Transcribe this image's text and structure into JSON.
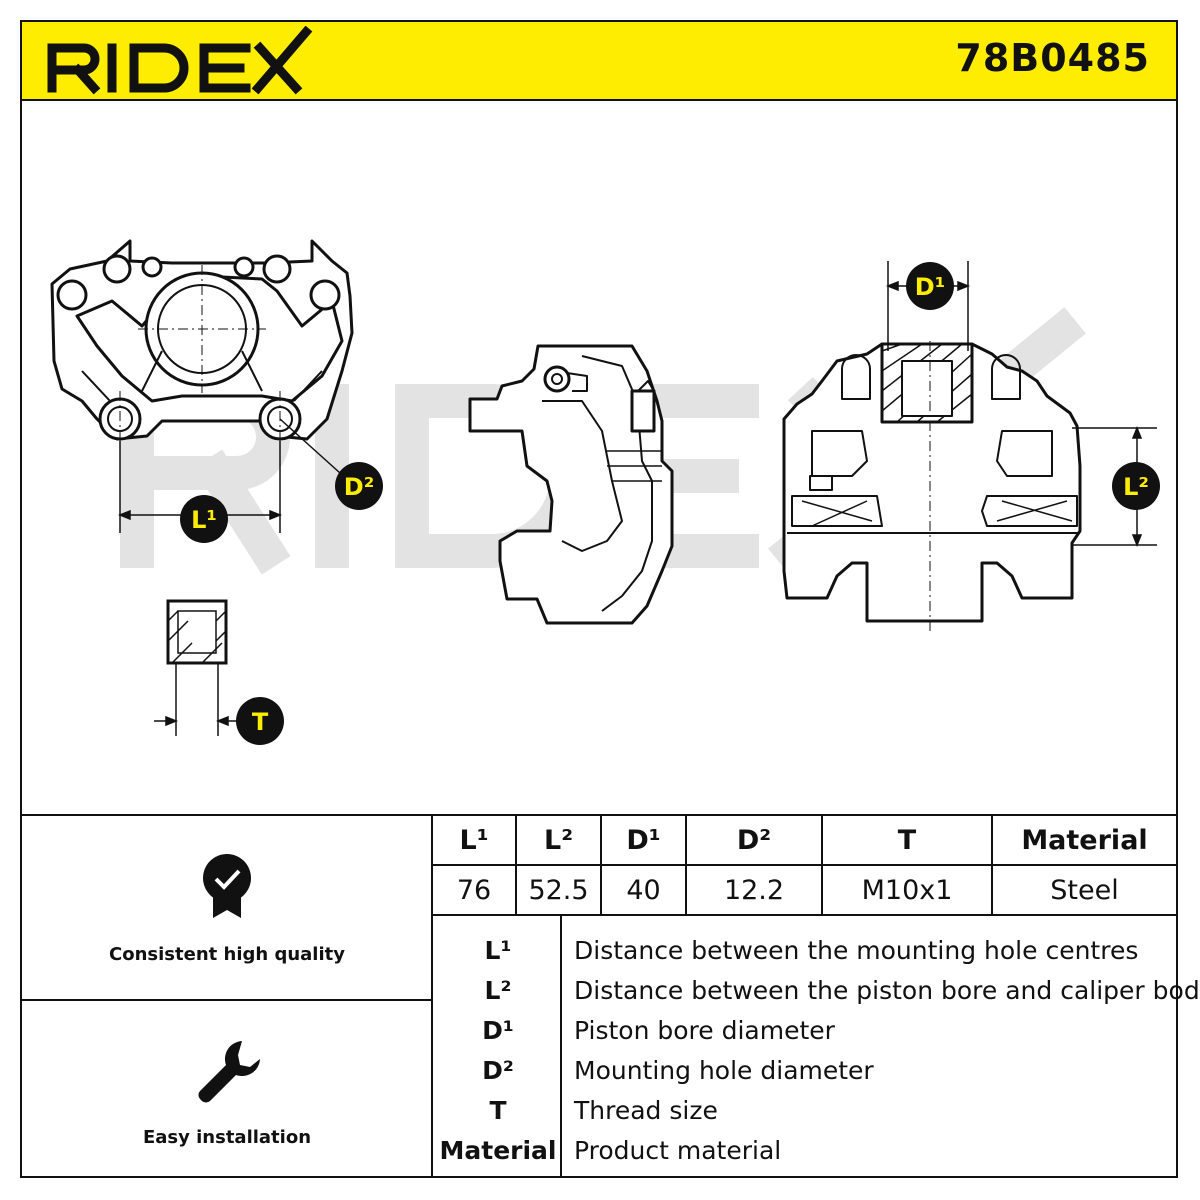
{
  "header": {
    "brand": "RIDEX",
    "part_number": "78B0485"
  },
  "colors": {
    "accent": "#ffed00",
    "ink": "#111111"
  },
  "drawing": {
    "badges": {
      "l1": "L¹",
      "d2": "D²",
      "d1": "D¹",
      "l2": "L²",
      "t": "T"
    },
    "watermark": "RIDEX"
  },
  "features": [
    {
      "icon": "quality-badge-icon",
      "label": "Consistent high quality"
    },
    {
      "icon": "wrench-icon",
      "label": "Easy installation"
    }
  ],
  "specs": {
    "headers": [
      "L¹",
      "L²",
      "D¹",
      "D²",
      "T",
      "Material"
    ],
    "values": [
      "76",
      "52.5",
      "40",
      "12.2",
      "M10x1",
      "Steel"
    ]
  },
  "legend": [
    {
      "key": "L¹",
      "desc": "Distance between the mounting hole centres"
    },
    {
      "key": "L²",
      "desc": "Distance between the piston bore and caliper body"
    },
    {
      "key": "D¹",
      "desc": "Piston bore diameter"
    },
    {
      "key": "D²",
      "desc": "Mounting hole diameter"
    },
    {
      "key": "T",
      "desc": "Thread size"
    },
    {
      "key": "Material",
      "desc": "Product material"
    }
  ]
}
